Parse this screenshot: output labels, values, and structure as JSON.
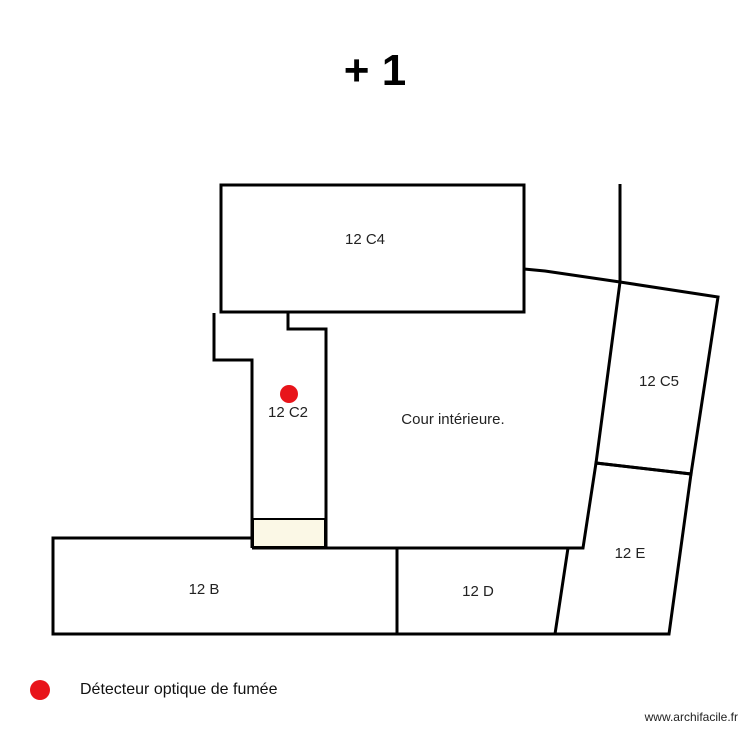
{
  "title": "+ 1",
  "rooms": [
    {
      "id": "12C4",
      "label": "12 C4"
    },
    {
      "id": "12C2",
      "label": "12 C2"
    },
    {
      "id": "cour",
      "label": "Cour intérieure."
    },
    {
      "id": "12C5",
      "label": "12 C5"
    },
    {
      "id": "12E",
      "label": "12 E"
    },
    {
      "id": "12B",
      "label": "12 B"
    },
    {
      "id": "12D",
      "label": "12 D"
    }
  ],
  "legend": {
    "label": "Détecteur optique de fumée",
    "color": "#e8141a"
  },
  "watermark": "www.archifacile.fr",
  "colors": {
    "wall": "#000000",
    "highlight_fill": "#fbf8e6",
    "detector": "#e8141a"
  }
}
